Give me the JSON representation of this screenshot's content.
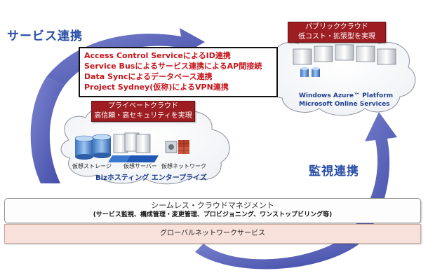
{
  "labels": {
    "service_link": "サービス連携",
    "monitor_link": "監視連携"
  },
  "service_link_box": {
    "lines": [
      "Access Control ServiceによるID連携",
      "Service Busによるサービス連携によるAP間接続",
      "Data Syncによるデータベース連携",
      "Project Sydney(仮称)によるVPN連携"
    ]
  },
  "public_cloud": {
    "title": "パブリッククラウド",
    "subtitle": "低コスト・拡張型を実現",
    "platform_line1": "Windows Azure™ Platform",
    "platform_line2": "Microsoft Online Services"
  },
  "private_cloud": {
    "title": "プライベートクラウド",
    "subtitle": "高信頼・高セキュリティを実現",
    "items": [
      "仮想ストレージ",
      "仮想サーバー",
      "仮想ネットワーク"
    ],
    "brand": "Bizホスティング エンタープライズ"
  },
  "management": {
    "title": "シームレス・クラウドマネジメント",
    "detail": "(サービス監視、構成管理・変更管理、プロビジョニング、ワンストップビリング等)"
  },
  "network": {
    "title": "グローバルネットワークサービス"
  },
  "colors": {
    "arrow_blue": "#5a63b8",
    "title_blue": "#2a4ea8",
    "red_box": "#9e1d22",
    "link_text_red": "#c4161c",
    "network_fill": "#f7e1da"
  }
}
